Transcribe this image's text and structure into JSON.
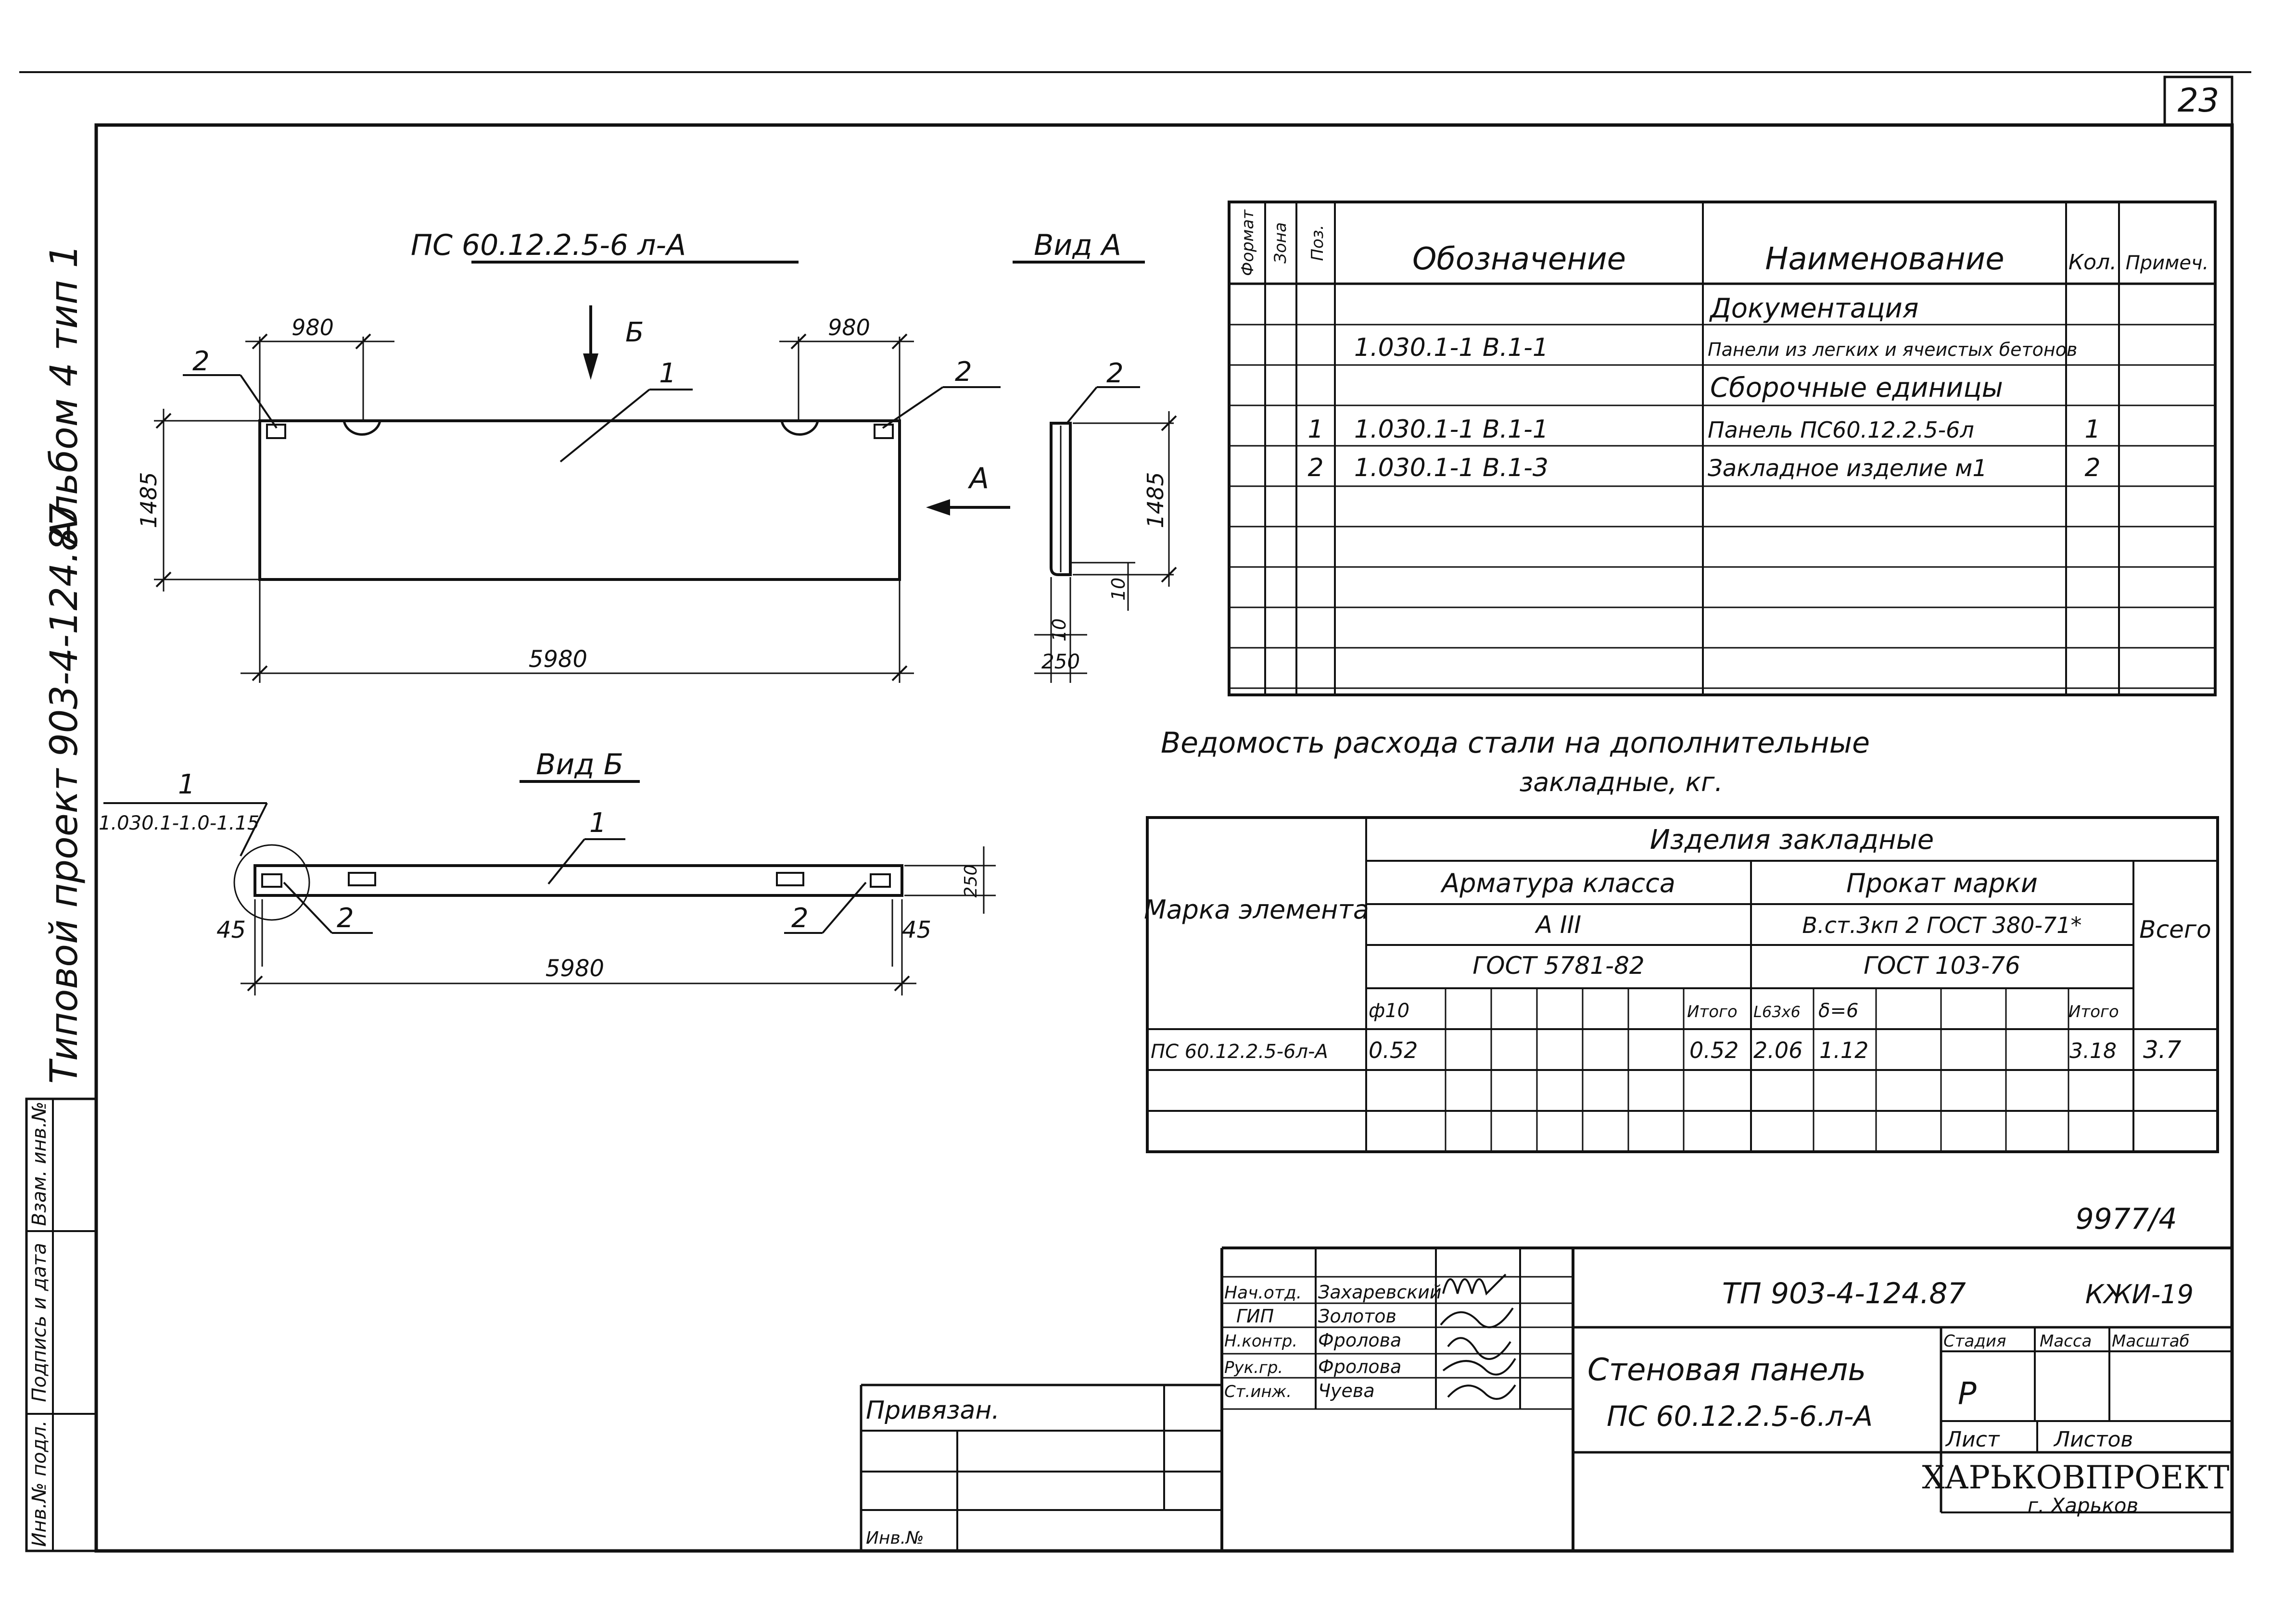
{
  "sheet": {
    "number": "23",
    "album_title": "Альбом 4 тип 1",
    "project_title": "Типовой проект 903-4-124.87",
    "revision_mark": "9977/4"
  },
  "side_stamp": {
    "labels": [
      "Инв.№ подл.",
      "Подпись и дата",
      "Взам. инв.№"
    ]
  },
  "views": {
    "main_title": "ПС 60.12.2.5-6 л-А",
    "view_a_title": "Вид А",
    "view_b_title": "Вид Б",
    "arrow_b": "Б",
    "arrow_a": "А",
    "pos_1": "1",
    "pos_2": "2",
    "dims": {
      "d980": "980",
      "d1485": "1485",
      "d5980": "5980",
      "d10": "10",
      "d250": "250",
      "d45": "45",
      "detail_ref": "1.030.1-1.0-1.15"
    }
  },
  "spec": {
    "headers": [
      "Формат",
      "Зона",
      "Поз.",
      "Обозначение",
      "Наименование",
      "Кол.",
      "Примеч."
    ],
    "rows": [
      {
        "pos": "",
        "designation": "",
        "name": "Документация",
        "qty": ""
      },
      {
        "pos": "",
        "designation": "1.030.1-1 В.1-1",
        "name": "Панели из легких и ячеистых бетонов",
        "qty": ""
      },
      {
        "pos": "",
        "designation": "",
        "name": "Сборочные единицы",
        "qty": ""
      },
      {
        "pos": "1",
        "designation": "1.030.1-1 В.1-1",
        "name": "Панель ПС60.12.2.5-6л",
        "qty": "1"
      },
      {
        "pos": "2",
        "designation": "1.030.1-1 В.1-3",
        "name": "Закладное изделие м1",
        "qty": "2"
      }
    ]
  },
  "steel": {
    "title_line1": "Ведомость расхода стали на дополнительные",
    "title_line2": "закладные, кг.",
    "col_mark": "Марка элемента",
    "group": "Изделия закладные",
    "armature": "Арматура класса",
    "armature_class": "А III",
    "armature_gost": "ГОСТ 5781-82",
    "prokat": "Прокат марки",
    "prokat_grade": "В.ст.3кп 2 ГОСТ 380-71*",
    "prokat_gost": "ГОСТ 103-76",
    "total": "Всего",
    "sub": {
      "phi10": "ф10",
      "itogo1": "Итого",
      "l63": "L63х6",
      "d6": "δ=6",
      "itogo2": "Итого"
    },
    "row": {
      "mark": "ПС 60.12.2.5-6л-А",
      "phi10": "0.52",
      "itogo1": "0.52",
      "l63": "2.06",
      "d6": "1.12",
      "itogo2": "3.18",
      "total": "3.7"
    }
  },
  "title_block": {
    "doc_code": "ТП 903-4-124.87",
    "sheet_code": "КЖИ-19",
    "roles": [
      {
        "role": "Нач.отд.",
        "name": "Захаревский"
      },
      {
        "role": "ГИП",
        "name": "Золотов"
      },
      {
        "role": "Н.контр.",
        "name": "Фролова"
      },
      {
        "role": "Рук.гр.",
        "name": "Фролова"
      },
      {
        "role": "Ст.инж.",
        "name": "Чуева"
      }
    ],
    "title_line1": "Стеновая панель",
    "title_line2": "ПС 60.12.2.5-6.л-А",
    "stage_label": "Стадия",
    "mass_label": "Масса",
    "scale_label": "Масштаб",
    "stage_value": "Р",
    "sheet_label": "Лист",
    "sheets_label": "Листов",
    "org_name": "ХАРЬКОВПРОЕКТ",
    "org_city": "г. Харьков",
    "privyazan": "Привязан.",
    "inv_no": "Инв.№"
  }
}
